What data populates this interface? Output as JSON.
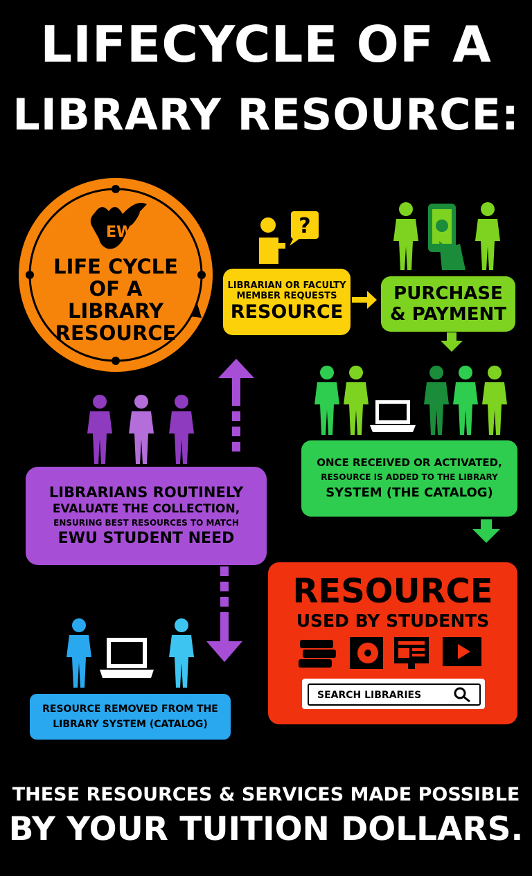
{
  "title": {
    "line1": "LIFECYCLE OF A",
    "line2": "LIBRARY RESOURCE:"
  },
  "center": {
    "logo_text": "EW",
    "line1": "LIFE CYCLE",
    "line2": "OF A LIBRARY",
    "line3": "RESOURCE",
    "color": "#f7840a"
  },
  "request": {
    "line1": "LIBRARIAN OR FACULTY",
    "line2": "MEMBER REQUESTS",
    "line3": "RESOURCE",
    "icon_glyph": "?",
    "color": "#fdd10a"
  },
  "purchase": {
    "line1": "PURCHASE",
    "line2": "& PAYMENT",
    "color": "#7ed321"
  },
  "catalog": {
    "line1": "ONCE RECEIVED OR ACTIVATED,",
    "line2": "RESOURCE IS ADDED TO THE LIBRARY",
    "line3": "SYSTEM (THE CATALOG)",
    "color": "#2ecc4f"
  },
  "used": {
    "line1": "RESOURCE",
    "line2": "USED BY STUDENTS",
    "search_placeholder": "SEARCH LIBRARIES",
    "icons": [
      "books-icon",
      "disc-icon",
      "monitor-icon",
      "video-play-icon"
    ],
    "color": "#f0320f"
  },
  "evaluate": {
    "line1": "LIBRARIANS ROUTINELY",
    "line2": "EVALUATE THE COLLECTION,",
    "line3": "ENSURING BEST RESOURCES TO MATCH",
    "line4": "EWU STUDENT NEED",
    "color": "#a64fd6"
  },
  "removed": {
    "line1": "RESOURCE REMOVED FROM THE",
    "line2": "LIBRARY SYSTEM (CATALOG)",
    "color": "#29a8f0"
  },
  "footer": {
    "line1": "THESE RESOURCES & SERVICES MADE POSSIBLE",
    "line2": "BY YOUR TUITION DOLLARS."
  }
}
